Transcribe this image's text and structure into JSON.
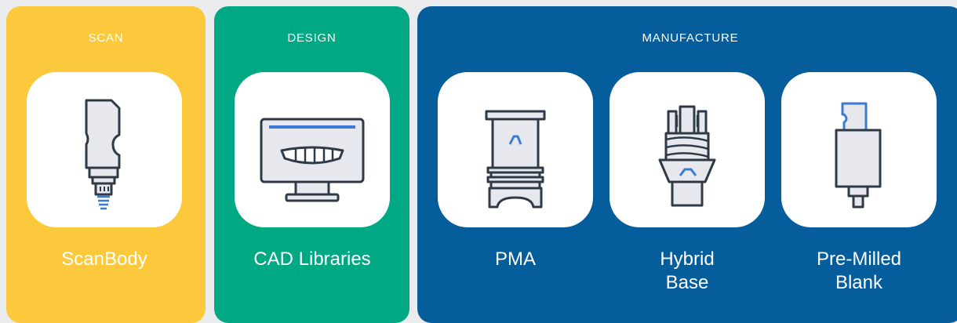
{
  "scan": {
    "title": "SCAN",
    "items": [
      {
        "label": "ScanBody",
        "icon": "scanbody-icon"
      }
    ]
  },
  "design": {
    "title": "DESIGN",
    "items": [
      {
        "label": "CAD Libraries",
        "icon": "monitor-icon"
      }
    ]
  },
  "manufacture": {
    "title": "MANUFACTURE",
    "items": [
      {
        "label": "PMA",
        "icon": "pma-abutment-icon"
      },
      {
        "label": "Hybrid\nBase",
        "icon": "hybrid-base-icon"
      },
      {
        "label": "Pre-Milled\nBlank",
        "icon": "pre-milled-blank-icon"
      }
    ]
  },
  "colors": {
    "scan": "#fcc93c",
    "design": "#00a884",
    "manufacture": "#055e9b",
    "icon_stroke": "#2f3a47",
    "icon_fill": "#e6e8ed",
    "icon_accent": "#3a7bd5"
  }
}
